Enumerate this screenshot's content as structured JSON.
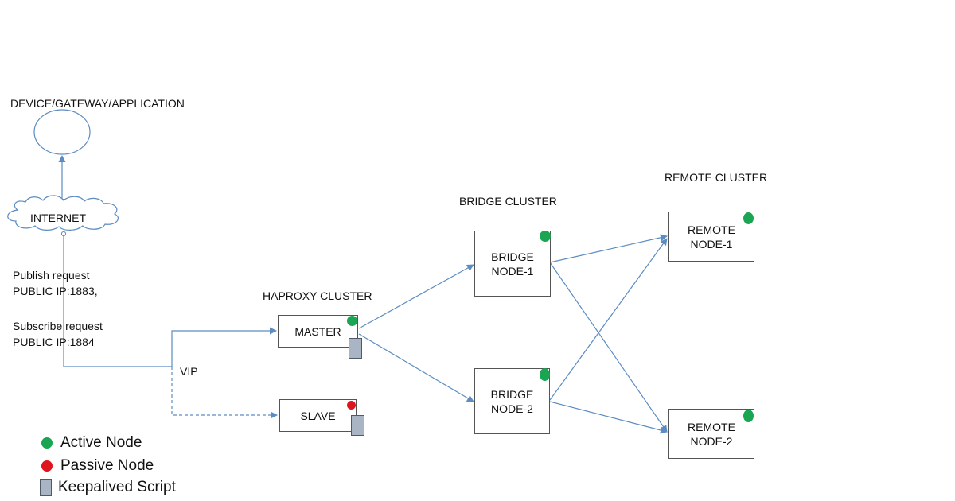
{
  "colors": {
    "line": "#5b8cc2",
    "active": "#1aa552",
    "passive": "#e0141c",
    "script": "#a9b4c4"
  },
  "device": {
    "label": "DEVICE/GATEWAY/APPLICATION",
    "icon": "circle-icon"
  },
  "internet": {
    "label": "INTERNET",
    "icon": "cloud-icon"
  },
  "requests": {
    "publish_line1": "Publish request",
    "publish_line2": "PUBLIC IP:1883,",
    "subscribe_line1": "Subscribe request",
    "subscribe_line2": "PUBLIC IP:1884"
  },
  "vip": {
    "label": "VIP"
  },
  "haproxy": {
    "title": "HAPROXY CLUSTER",
    "master": {
      "label": "MASTER",
      "status": "active"
    },
    "slave": {
      "label": "SLAVE",
      "status": "passive"
    }
  },
  "bridge": {
    "title": "BRIDGE CLUSTER",
    "node1": {
      "line1": "BRIDGE",
      "line2": "NODE-1",
      "status": "active"
    },
    "node2": {
      "line1": "BRIDGE",
      "line2": "NODE-2",
      "status": "active"
    }
  },
  "remote": {
    "title": "REMOTE CLUSTER",
    "node1": {
      "line1": "REMOTE",
      "line2": "NODE-1",
      "status": "active"
    },
    "node2": {
      "line1": "REMOTE",
      "line2": "NODE-2",
      "status": "active"
    }
  },
  "legend": {
    "active": "Active Node",
    "passive": "Passive Node",
    "script": "Keepalived Script"
  }
}
